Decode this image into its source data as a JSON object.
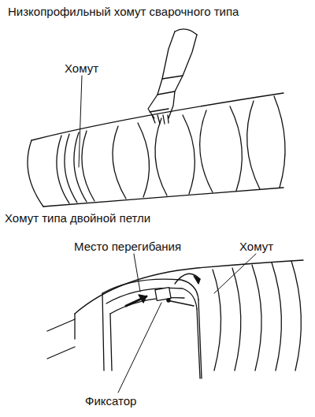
{
  "diagram": {
    "labels": [
      "Низкопрофильный хомут сварочного типа",
      "Хомут",
      "Хомут типа двойной петли",
      "Место перегибания",
      "Хомут",
      "Фиксатор"
    ]
  }
}
